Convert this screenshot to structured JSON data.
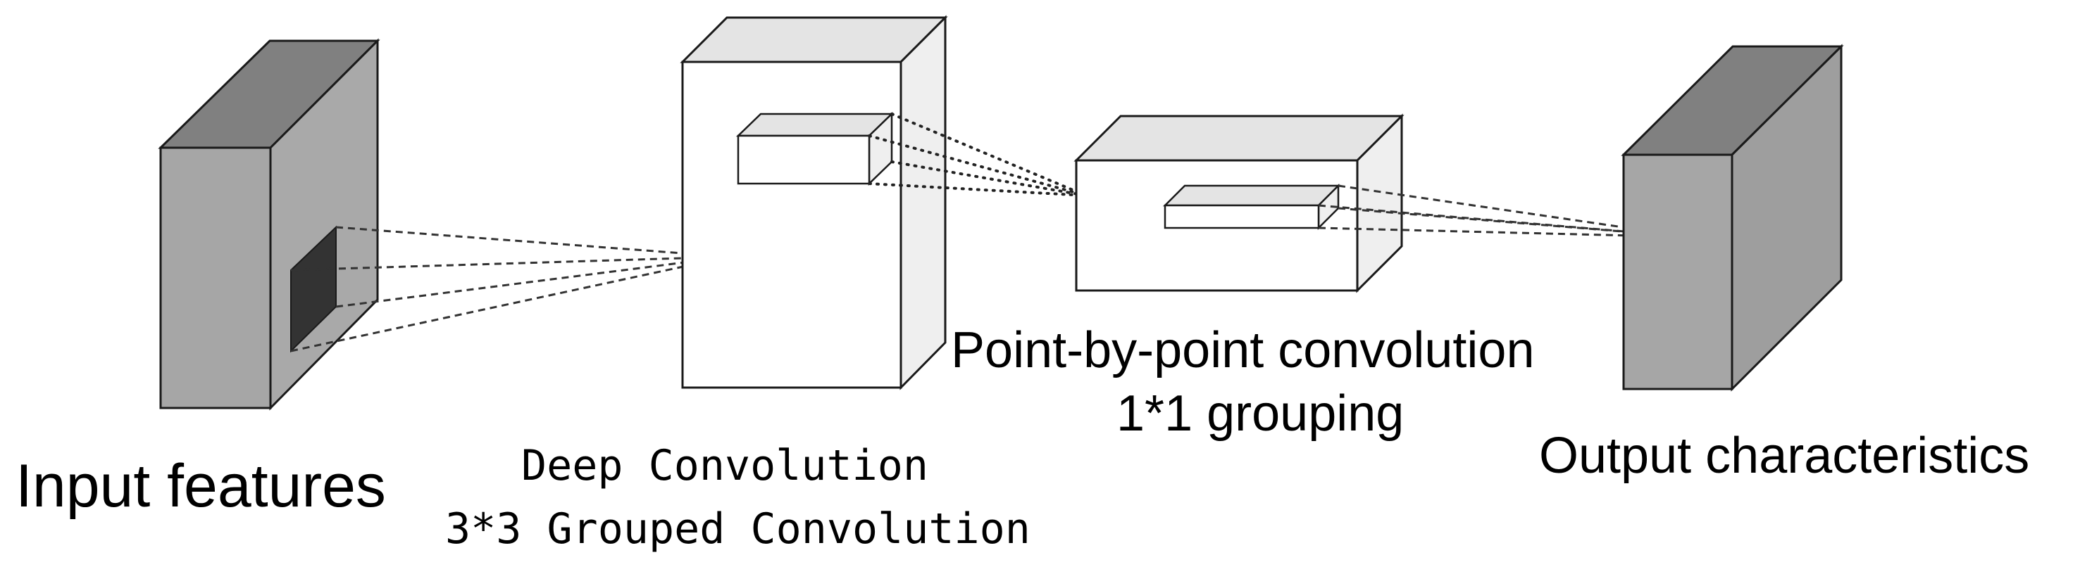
{
  "labels": {
    "input_features": "Input features",
    "deep_convolution": "Deep Convolution",
    "grouped_convolution": "3*3 Grouped Convolution",
    "point_by_point": "Point-by-point convolution",
    "grouping_1x1": "1*1 grouping",
    "output_characteristics": "Output characteristics"
  },
  "colors": {
    "line": "#1a1a1a",
    "input_front": "#a6a6a6",
    "input_top": "#808080",
    "input_side": "#a9a9a9",
    "input_kernel": "#333333",
    "white": "#ffffff",
    "light_top": "#e4e4e4",
    "light_side": "#efefef",
    "output_front": "#a6a6a6",
    "output_top": "#808080",
    "output_side": "#9e9e9e"
  }
}
